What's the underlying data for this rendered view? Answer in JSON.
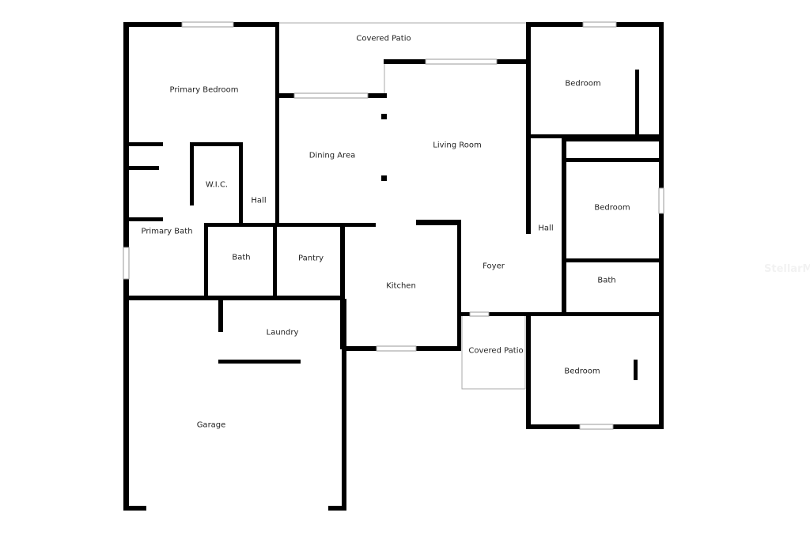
{
  "rooms": {
    "covered_patio_top": "Covered Patio",
    "primary_bedroom": "Primary Bedroom",
    "dining_area": "Dining Area",
    "living_room": "Living Room",
    "bedroom_1": "Bedroom",
    "wic": "W.I.C.",
    "hall_left": "Hall",
    "bedroom_2": "Bedroom",
    "hall_right": "Hall",
    "primary_bath": "Primary Bath",
    "bath_1": "Bath",
    "pantry": "Pantry",
    "foyer": "Foyer",
    "kitchen": "Kitchen",
    "bath_2": "Bath",
    "laundry": "Laundry",
    "covered_patio_front": "Covered Patio",
    "bedroom_3": "Bedroom",
    "garage": "Garage"
  },
  "watermark": "StellarMLS",
  "colors": {
    "wall": "#000000",
    "window": "#999999"
  }
}
